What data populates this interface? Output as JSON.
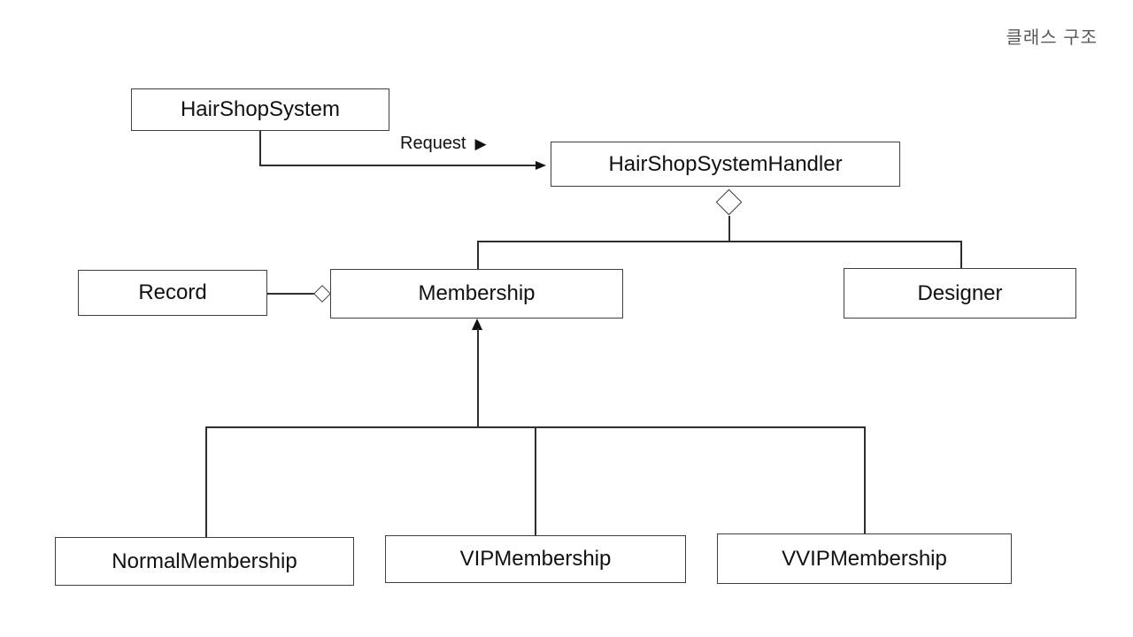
{
  "title": "클래스 구조",
  "classes": {
    "hair_shop_system": {
      "label": "HairShopSystem"
    },
    "hair_shop_system_handler": {
      "label": "HairShopSystemHandler"
    },
    "record": {
      "label": "Record"
    },
    "membership": {
      "label": "Membership"
    },
    "designer": {
      "label": "Designer"
    },
    "normal_membership": {
      "label": "NormalMembership"
    },
    "vip_membership": {
      "label": "VIPMembership"
    },
    "vvip_membership": {
      "label": "VVIPMembership"
    }
  },
  "relations": {
    "request": {
      "label": "Request",
      "direction_icon": "▶"
    }
  },
  "colors": {
    "background": "#ffffff",
    "line": "#2e2e2e",
    "box_border": "#404040",
    "text": "#111111",
    "title_text": "#595959"
  }
}
